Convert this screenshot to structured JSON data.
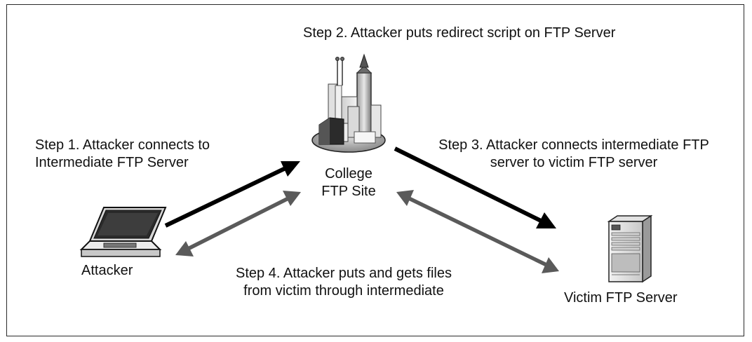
{
  "step2": {
    "text": "Step 2. Attacker puts redirect script on FTP Server"
  },
  "step1": {
    "line1": "Step 1. Attacker connects to",
    "line2": "Intermediate FTP Server"
  },
  "step3": {
    "line1": "Step 3. Attacker connects intermediate FTP",
    "line2": "server to victim FTP server"
  },
  "step4": {
    "line1": "Step 4. Attacker puts and gets files",
    "line2": "from victim through intermediate"
  },
  "nodes": {
    "college": {
      "line1": "College",
      "line2": "FTP Site",
      "icon": "city-buildings-icon"
    },
    "attacker": {
      "label": "Attacker",
      "icon": "laptop-icon"
    },
    "victim": {
      "label": "Victim FTP Server",
      "icon": "server-tower-icon"
    }
  },
  "colors": {
    "black_arrow": "#000000",
    "gray_arrow": "#5a5a5a"
  }
}
